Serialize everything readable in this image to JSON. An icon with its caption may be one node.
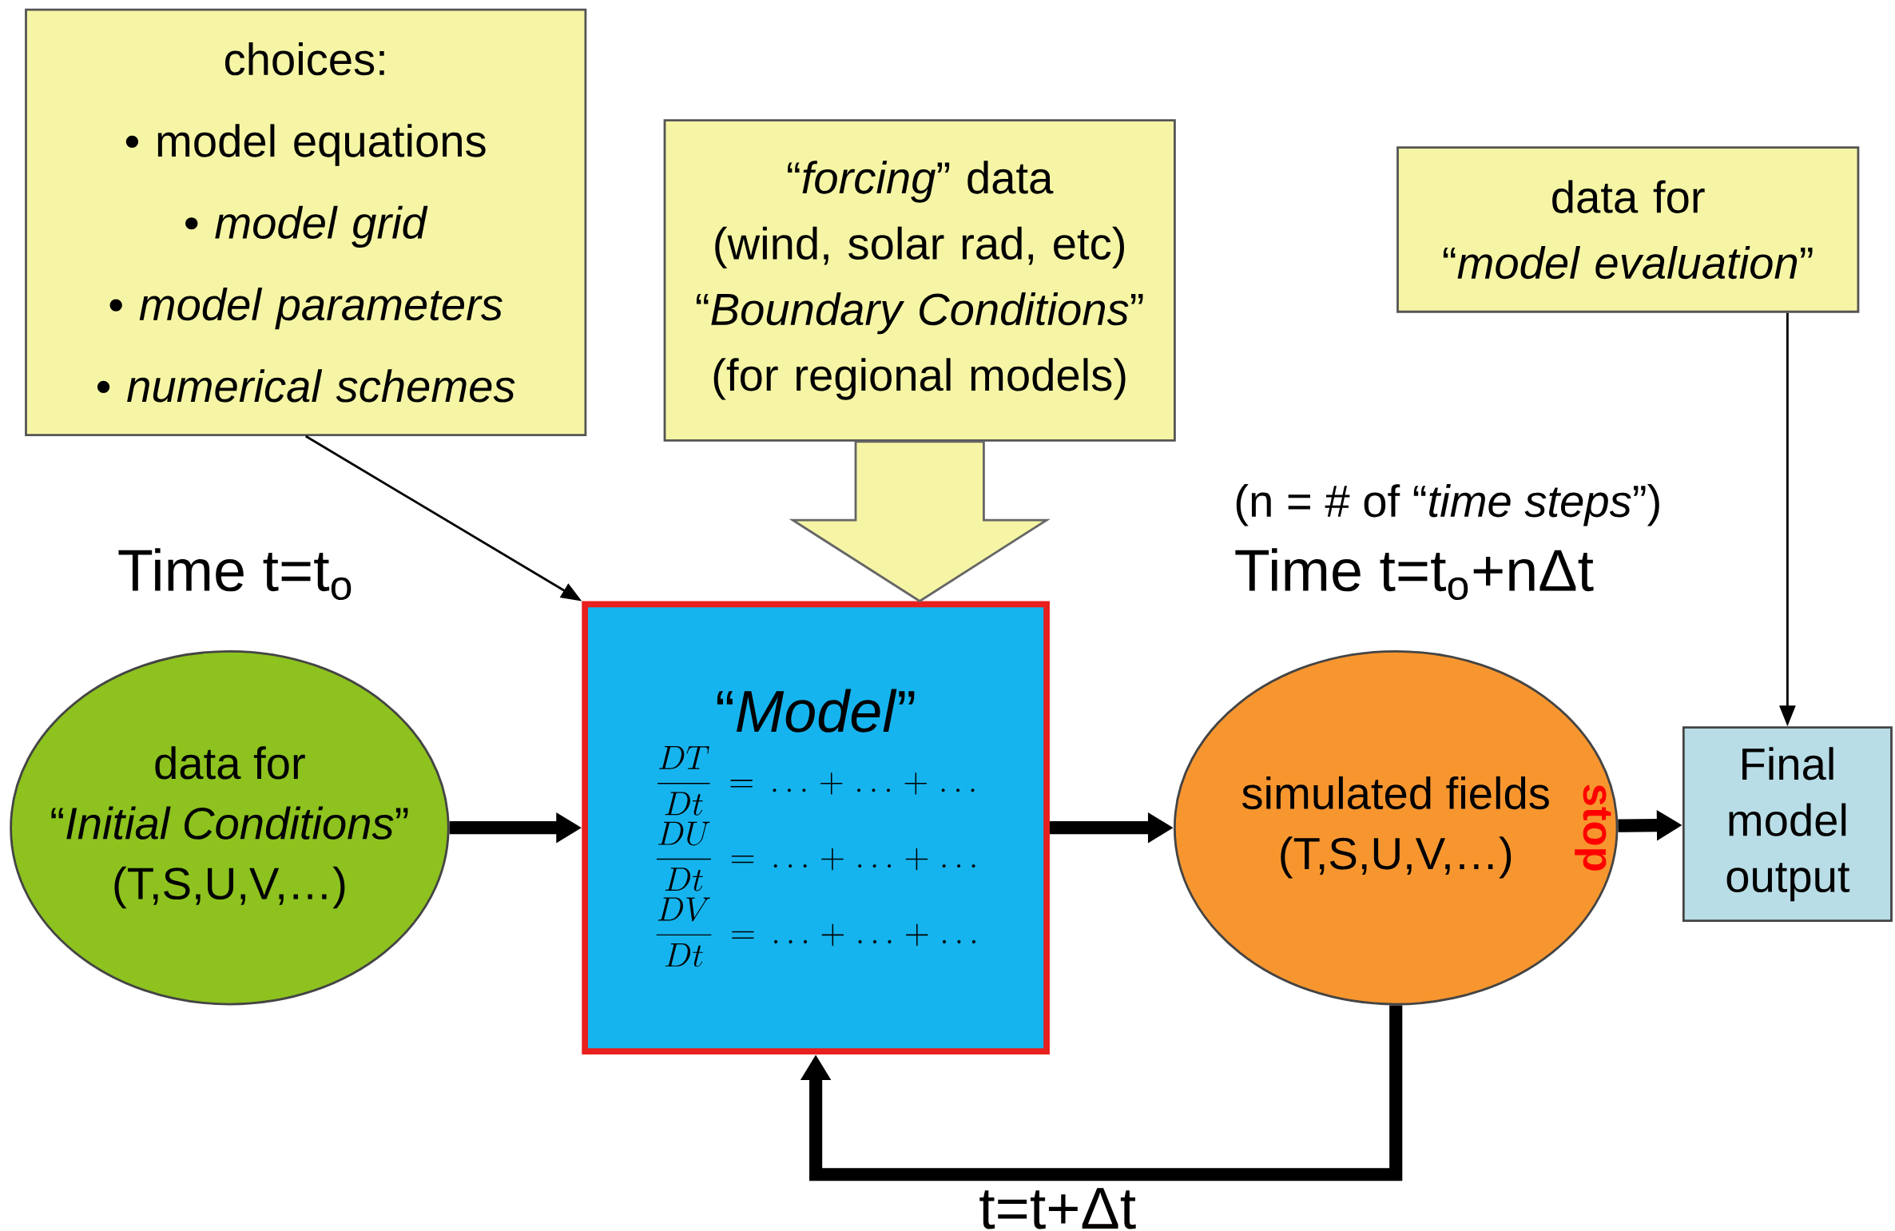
{
  "diagram": {
    "nodes": [
      {
        "text": [
          "choices:",
          "• model equations",
          "• *model grid*",
          "• *model parameters*",
          "• *numerical schemes*"
        ]
      },
      {
        "text": [
          "“*forcing*” data",
          "(wind, solar rad, etc)",
          "“*Boundary Conditions*”",
          "(for regional models)"
        ]
      },
      {
        "text": [
          "data for",
          "“*model evaluation*”"
        ]
      },
      {
        "text": [
          "“*Model*”",
          "\\frac{DT}{Dt}=\\ldots+\\ldots+\\ldots",
          "\\frac{DU}{Dt}=\\ldots+\\ldots+\\ldots",
          "\\frac{DV}{Dt}=\\ldots+\\ldots+\\ldots"
        ]
      },
      {
        "text": [
          "data for",
          "“*Initial Conditions*”",
          "(T,S,U,V,…)"
        ]
      },
      {
        "text": [
          "simulated fields",
          "(T,S,U,V,…)",
          "stop"
        ]
      },
      {
        "text": [
          "Final model output"
        ]
      }
    ],
    "edges": [
      {
        "from": 0,
        "to": 3,
        "arrow": "to"
      },
      {
        "from": 1,
        "to": 3,
        "arrow": "to",
        "style": "thick",
        "color": "#f5f5a5"
      },
      {
        "from": 2,
        "to": 6,
        "arrow": "to"
      },
      {
        "from": 4,
        "to": 3,
        "arrow": "to"
      },
      {
        "from": 3,
        "to": 5,
        "arrow": "to"
      },
      {
        "from": 5,
        "to": 6,
        "arrow": "to"
      },
      {
        "from": 5,
        "to": 3,
        "arrow": "to",
        "label": "t=t+Δt"
      }
    ],
    "labels": [
      "Time t=t$_{o}$",
      "(n = # of “*time steps*”)",
      "Time t=t$_{o}$+nΔt"
    ]
  }
}
